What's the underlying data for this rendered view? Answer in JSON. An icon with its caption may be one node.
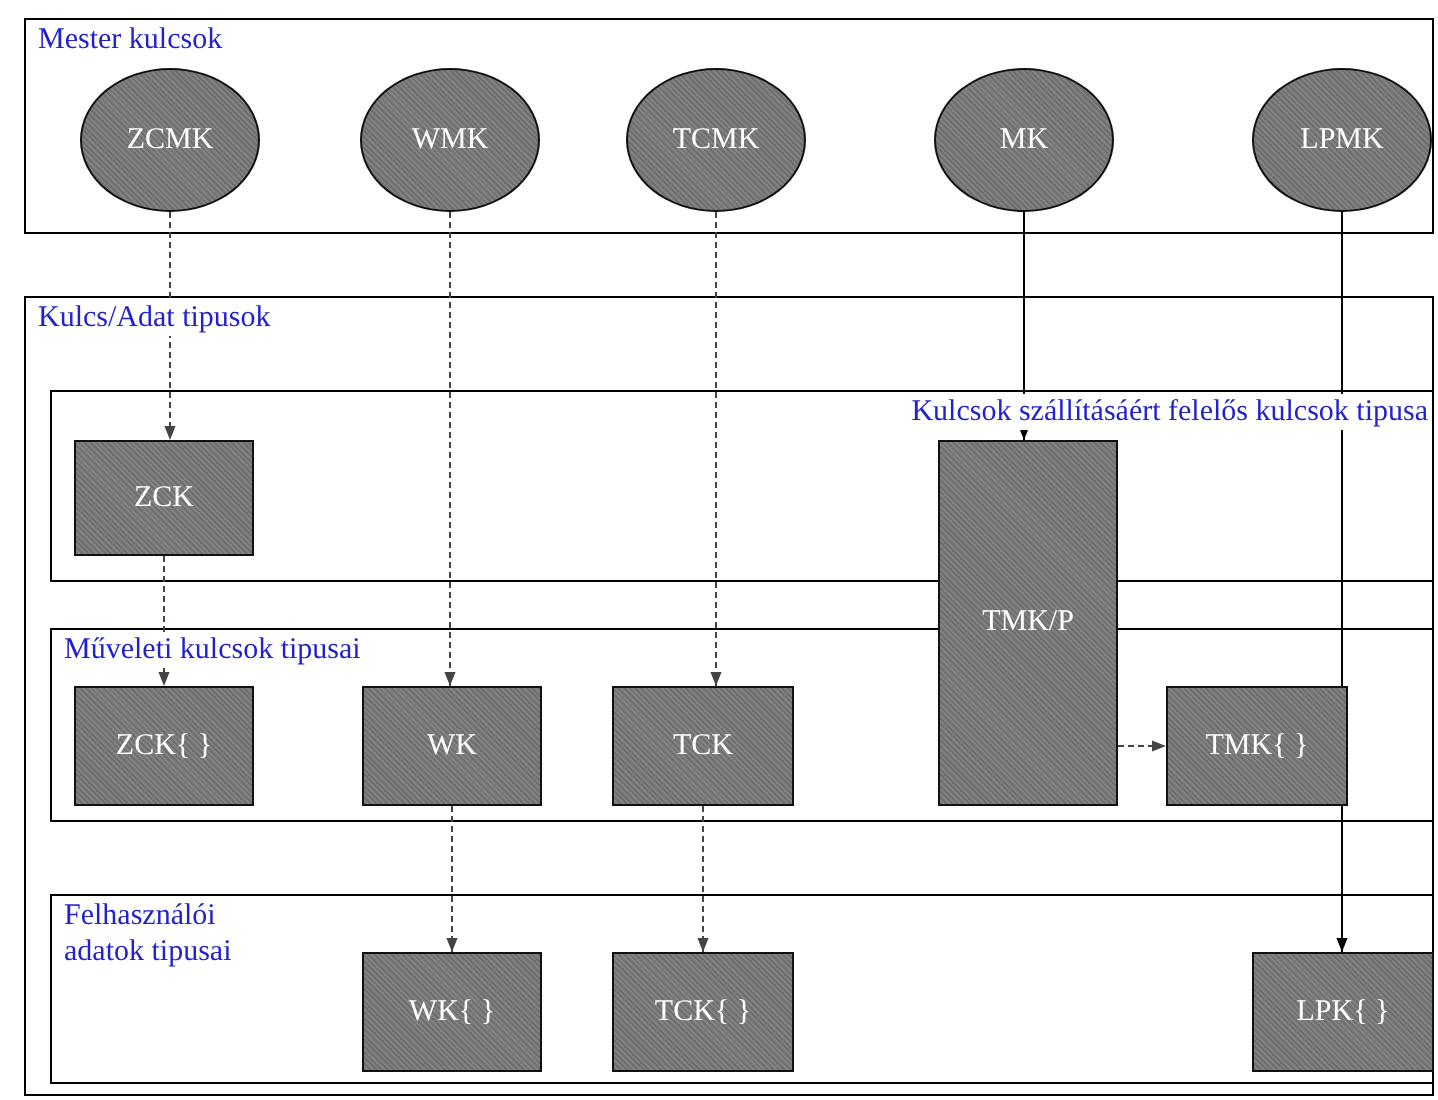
{
  "diagram": {
    "nodes": [
      {
        "text": [
          "Mester kulcsok"
        ]
      },
      {
        "text": [
          "ZCMK"
        ],
        "in": 0
      },
      {
        "text": [
          "WMK"
        ],
        "in": 0
      },
      {
        "text": [
          "TCMK"
        ],
        "in": 0
      },
      {
        "text": [
          "MK"
        ],
        "in": 0
      },
      {
        "text": [
          "LPMK"
        ],
        "in": 0
      },
      {
        "text": [
          "Kulcs/Adat tipusok"
        ]
      },
      {
        "text": [
          "Kulcsok szállításáért felelős kulcsok tipusa"
        ],
        "in": 6
      },
      {
        "text": [
          "ZCK"
        ],
        "in": 7
      },
      {
        "text": [
          "TMK/P"
        ],
        "in": 6
      },
      {
        "text": [
          "Műveleti kulcsok tipusai"
        ],
        "in": 6
      },
      {
        "text": [
          "ZCK{ }"
        ],
        "in": 10
      },
      {
        "text": [
          "WK"
        ],
        "in": 10
      },
      {
        "text": [
          "TCK"
        ],
        "in": 10
      },
      {
        "text": [
          "TMK{ }"
        ],
        "in": 10
      },
      {
        "text": [
          "Felhasználói adatok tipusai"
        ],
        "in": 6
      },
      {
        "text": [
          "WK{ }"
        ],
        "in": 15
      },
      {
        "text": [
          "TCK{ }"
        ],
        "in": 15
      },
      {
        "text": [
          "LPK{ }"
        ],
        "in": 15
      }
    ],
    "edges": [
      {
        "from": 1,
        "to": 8,
        "arrow": "to",
        "style": "dashed"
      },
      {
        "from": 8,
        "to": 11,
        "arrow": "to",
        "style": "dashed"
      },
      {
        "from": 2,
        "to": 12,
        "arrow": "to",
        "style": "dashed"
      },
      {
        "from": 12,
        "to": 16,
        "arrow": "to",
        "style": "dashed"
      },
      {
        "from": 3,
        "to": 13,
        "arrow": "to",
        "style": "dashed"
      },
      {
        "from": 13,
        "to": 17,
        "arrow": "to",
        "style": "dashed"
      },
      {
        "from": 4,
        "to": 9,
        "arrow": "to"
      },
      {
        "from": 9,
        "to": 14,
        "arrow": "to",
        "style": "dashed"
      },
      {
        "from": 5,
        "to": 18,
        "arrow": "to"
      }
    ]
  }
}
